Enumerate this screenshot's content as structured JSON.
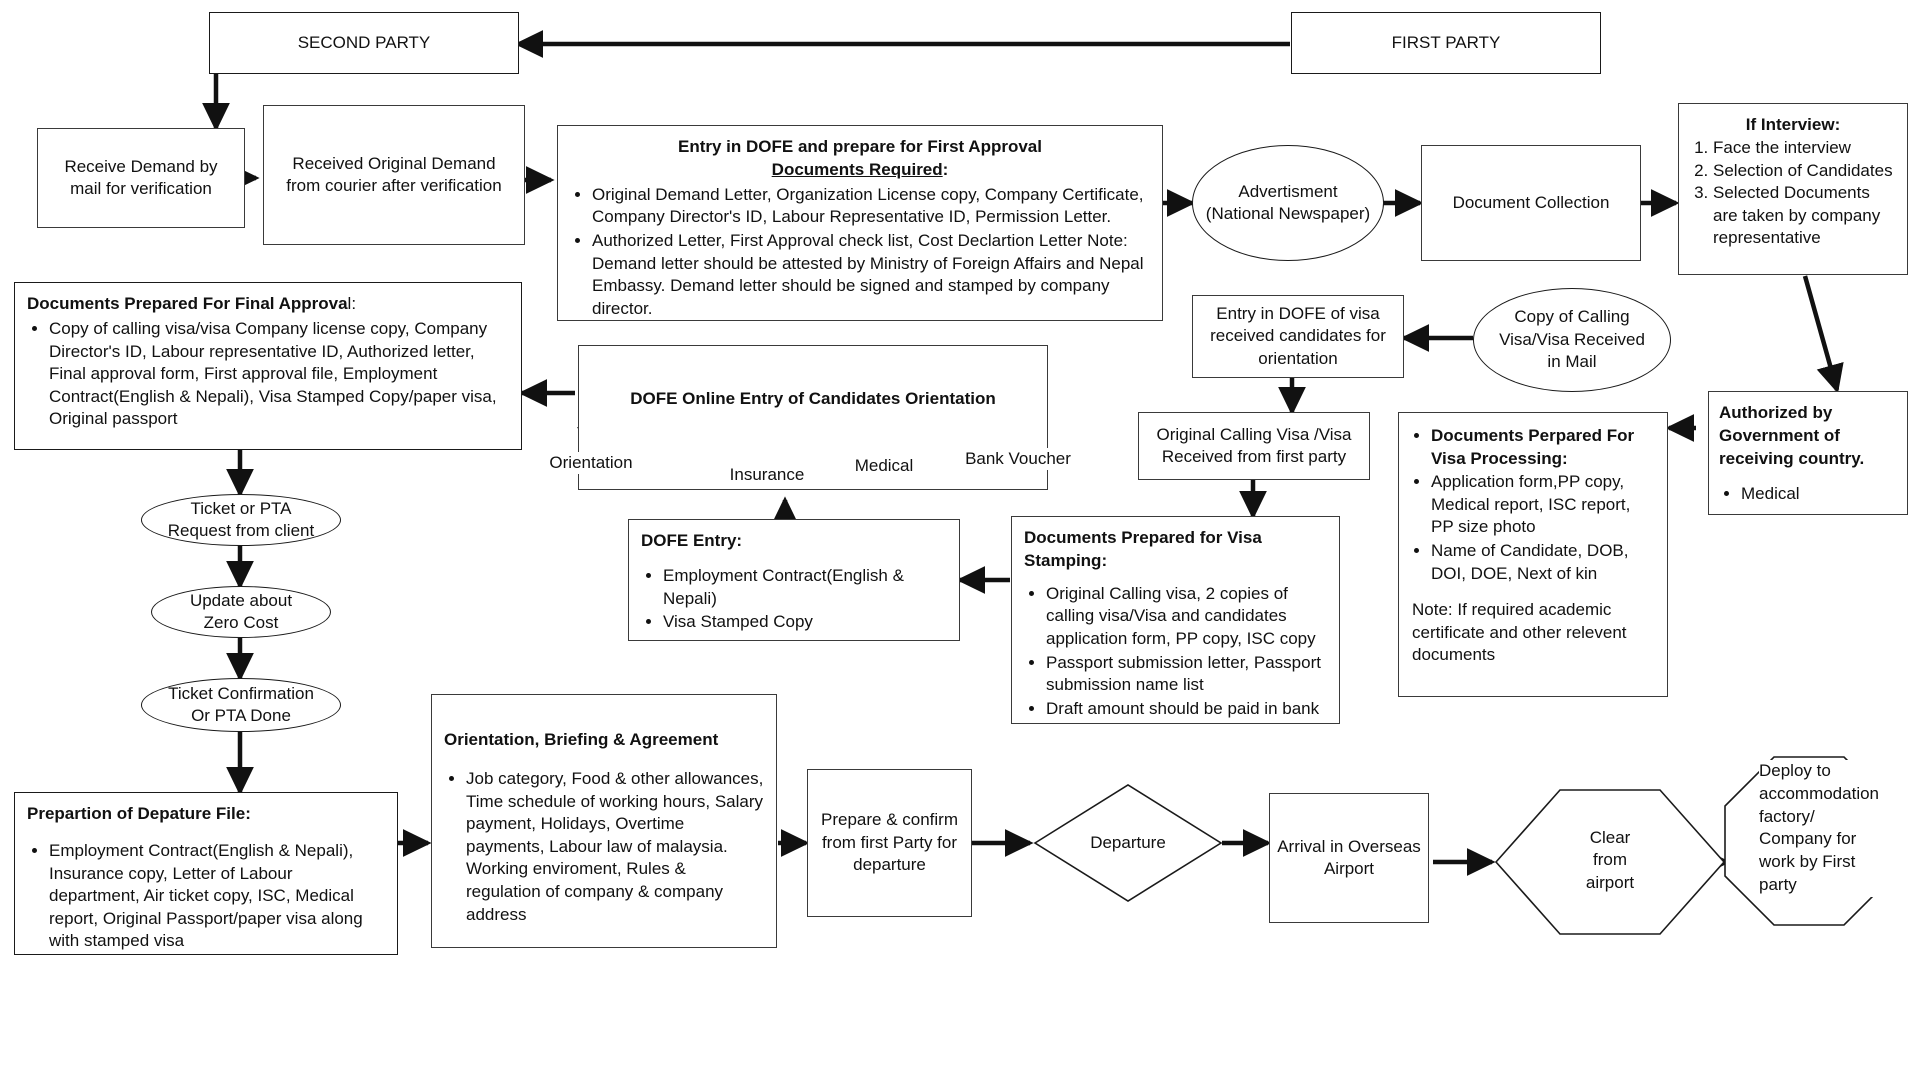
{
  "diagram": {
    "title": "Foreign Employment Recruitment Process Flowchart",
    "colors": {
      "stroke": "#1a1a1a",
      "box_stroke": "#3a3a3a",
      "background": "#ffffff",
      "text": "#111111"
    }
  },
  "nodes": {
    "second_party": {
      "label": "SECOND PARTY"
    },
    "first_party": {
      "label": "FIRST PARTY"
    },
    "receive_demand": {
      "label": "Receive Demand by mail for verification"
    },
    "received_original_demand": {
      "label": "Received Original Demand from courier after verification"
    },
    "entry_dofe_first_approval": {
      "title": "Entry in DOFE and prepare for First Approval",
      "subtitle": "Documents Required",
      "subtitle_suffix": ":",
      "bullets": [
        "Original Demand Letter, Organization License copy, Company Certificate, Company Director's ID, Labour Representative ID, Permission Letter.",
        "Authorized Letter, First Approval check list, Cost Declartion Letter Note: Demand letter should be attested by Ministry of Foreign Affairs and Nepal Embassy. Demand letter should be signed and stamped by company director."
      ]
    },
    "advertisment": {
      "label": "Advertisment\n(National Newspaper)",
      "line1": "Advertisment",
      "line2": "(National Newspaper)"
    },
    "document_collection": {
      "label": "Document Collection"
    },
    "if_interview": {
      "title": "If Interview:",
      "items": [
        "Face the interview",
        "Selection of Candidates",
        "Selected Documents are taken by company representative"
      ]
    },
    "authorized_by_government": {
      "title": "Authorized by Government of receiving country.",
      "bullets": [
        "Medical"
      ]
    },
    "documents_visa_processing": {
      "bullets_bold": [
        "Documents Perpared For Visa Processing:"
      ],
      "bullets": [
        "Application form,PP copy, Medical report, ISC report, PP size photo",
        "Name of Candidate, DOB, DOI, DOE, Next of kin"
      ],
      "note": "Note: If required academic certificate and other relevent documents"
    },
    "copy_calling_visa_mail": {
      "line1": "Copy of Calling",
      "line2": "Visa/Visa Received",
      "line3": "in Mail"
    },
    "entry_dofe_visa_received": {
      "line1": "Entry in DOFE of visa",
      "line2": "received candidates for",
      "line3": "orientation"
    },
    "original_calling_visa": {
      "line1": "Original Calling Visa /Visa",
      "line2": "Received from first party"
    },
    "documents_visa_stamping": {
      "title": "Documents Prepared for Visa Stamping:",
      "bullets": [
        "Original Calling visa, 2 copies of calling visa/Visa and candidates application form, PP copy, ISC copy",
        "Passport submission letter, Passport submission name list",
        "Draft amount should be paid in bank"
      ]
    },
    "dofe_entry": {
      "title": "DOFE Entry:",
      "bullets": [
        "Employment Contract(English & Nepali)",
        "Visa Stamped Copy"
      ]
    },
    "dofe_online_entry": {
      "title": "DOFE Online Entry of Candidates Orientation",
      "branches": [
        "Orientation",
        "Insurance",
        "Medical",
        "Bank Voucher"
      ]
    },
    "documents_final_approval": {
      "title": "Documents Prepared For Final Approva",
      "title_suffix": "l:",
      "bullets": [
        "Copy of calling visa/visa Company license copy, Company Director's ID, Labour representative ID, Authorized letter, Final approval form, First approval file, Employment Contract(English & Nepali), Visa Stamped Copy/paper visa, Original passport"
      ]
    },
    "ticket_pta_request": {
      "line1": "Ticket or PTA",
      "line2": "Request from client"
    },
    "update_zero_cost": {
      "line1": "Update about",
      "line2": "Zero Cost"
    },
    "ticket_confirmation": {
      "line1": "Ticket Confirmation",
      "line2": "Or PTA Done"
    },
    "preparation_departure_file": {
      "title": "Prepartion of Depature File:",
      "bullets": [
        "Employment Contract(English & Nepali), Insurance copy, Letter of Labour department, Air ticket copy, ISC, Medical report, Original Passport/paper visa along with stamped visa"
      ]
    },
    "orientation_briefing": {
      "title": "Orientation, Briefing & Agreement",
      "bullets": [
        "Job category, Food & other allowances, Time schedule of working hours, Salary payment, Holidays, Overtime payments, Labour law of malaysia. Working enviroment, Rules & regulation of company & company address"
      ]
    },
    "prepare_confirm_departure": {
      "line1": "Prepare & confirm",
      "line2": "from first Party for",
      "line3": "departure"
    },
    "departure": {
      "label": "Departure"
    },
    "arrival_overseas_airport": {
      "line1": "Arrival in Overseas",
      "line2": "Airport"
    },
    "clear_from_airport": {
      "line1": "Clear",
      "line2": "from",
      "line3": "airport"
    },
    "deploy_accommodation": {
      "line1": "Deploy to",
      "line2": "accommodation",
      "line3": "factory/",
      "line4": "Company for",
      "line5": "work by First",
      "line6": "party"
    }
  }
}
